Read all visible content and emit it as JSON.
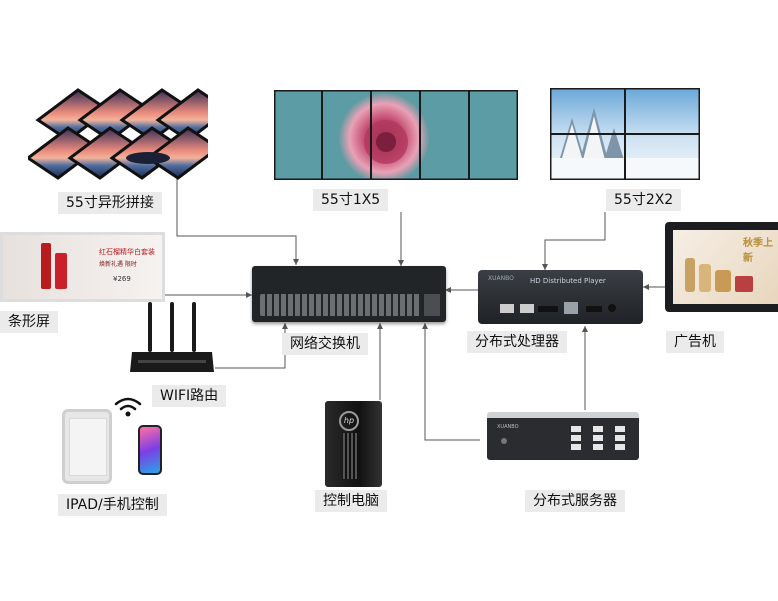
{
  "labels": {
    "irregular_wall": "55寸异形拼接",
    "wall_1x5": "55寸1X5",
    "wall_2x2": "55寸2X2",
    "bar_screen": "条形屏",
    "switch": "网络交换机",
    "processor": "分布式处理器",
    "ad_machine": "广告机",
    "wifi_router": "WIFI路由",
    "tablet_phone": "IPAD/手机控制",
    "control_pc": "控制电脑",
    "server": "分布式服务器"
  },
  "device_text": {
    "processor_panel": "HD Distributed Player",
    "processor_brand": "XUANBO",
    "server_brand": "XUANBO",
    "pc_brand": "hp",
    "bar_ad_line1": "红石榴精华白套装",
    "bar_ad_line2": "焕新礼遇 限时",
    "bar_ad_price": "¥269",
    "ad_machine_text": "秋季上新"
  },
  "colors": {
    "wire": "#555555",
    "label_bg": "#ebebeb",
    "device_dark": "#1f2226"
  }
}
